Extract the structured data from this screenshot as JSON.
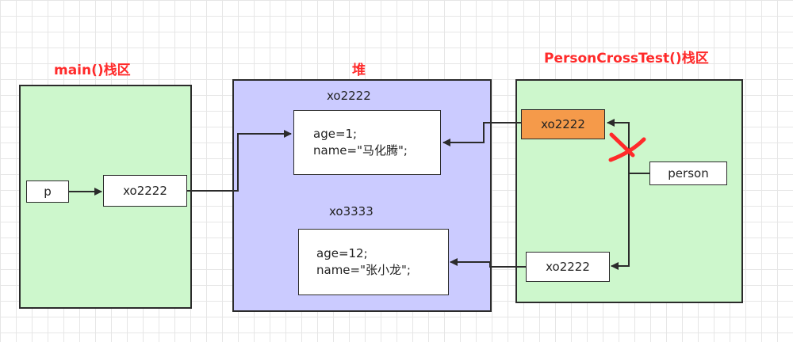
{
  "titles": {
    "main_stack": "main()栈区",
    "heap": "堆",
    "person_stack": "PersonCrossTest()栈区"
  },
  "main_stack": {
    "var_name": "p",
    "ref": "xo2222"
  },
  "heap": {
    "obj1": {
      "address": "xo2222",
      "line1": "age=1;",
      "line2": "name=\"马化腾\";"
    },
    "obj2": {
      "address": "xo3333",
      "line1": "age=12;",
      "line2": "name=\"张小龙\";"
    }
  },
  "person_stack": {
    "old_ref": "xo2222",
    "var_name": "person",
    "new_ref": "xo2222"
  },
  "colors": {
    "title": "#ff2a2a",
    "stack_bg": "#cdf7cc",
    "heap_bg": "#cbcbff",
    "highlight": "#f59a4a",
    "cross_mark": "#ff2a2a"
  },
  "icons": [
    "red-cross-mark-icon",
    "arrow-icon"
  ]
}
